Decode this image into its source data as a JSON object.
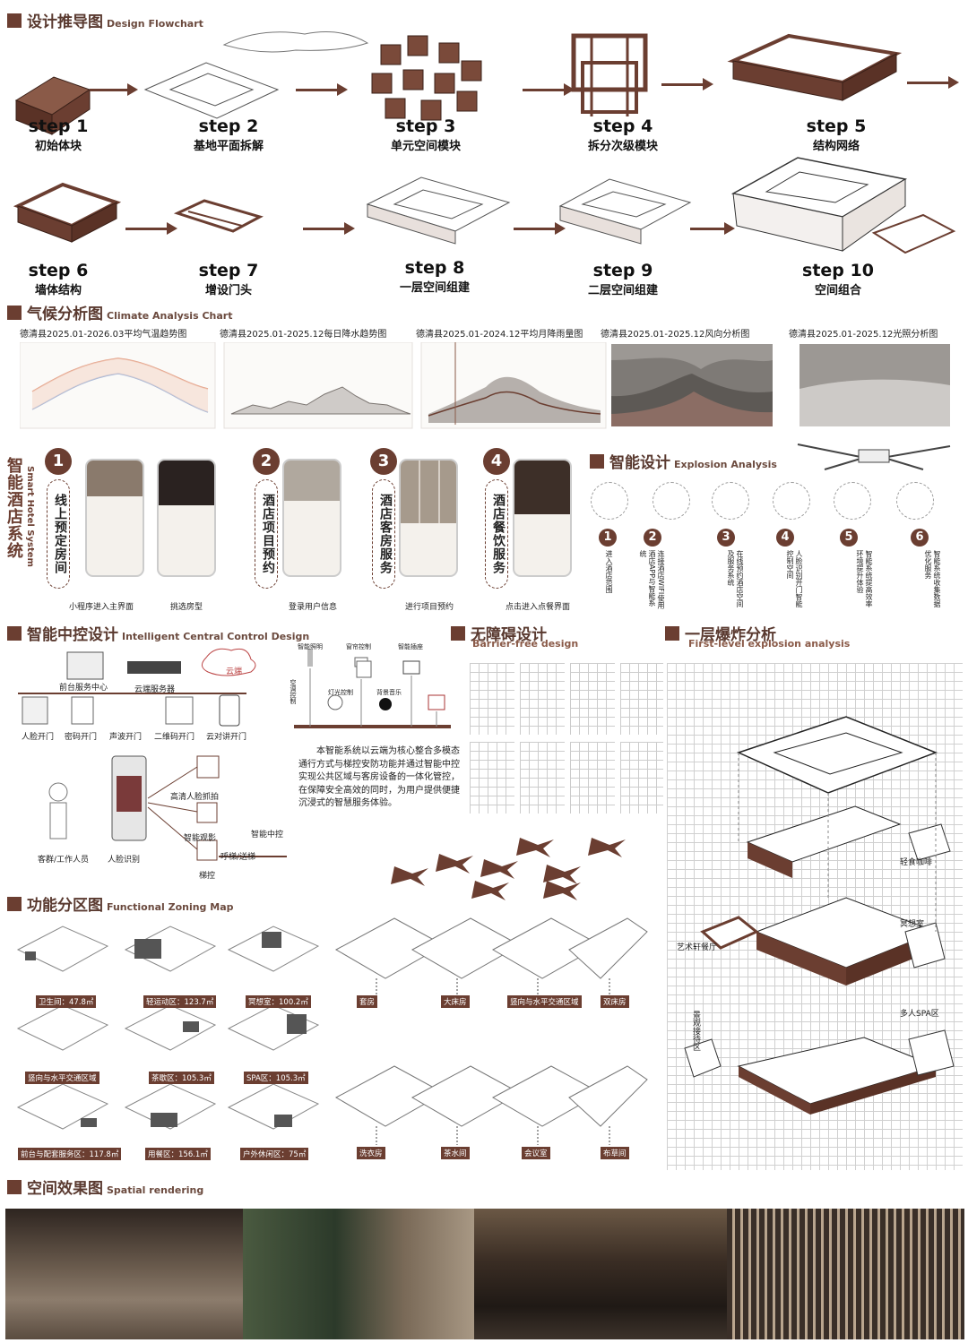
{
  "flow": {
    "title_cn": "设计推导图",
    "title_en": "Design Flowchart",
    "steps": [
      {
        "s": "step 1",
        "d": "初始体块"
      },
      {
        "s": "step 2",
        "d": "基地平面拆解"
      },
      {
        "s": "step 3",
        "d": "单元空间模块"
      },
      {
        "s": "step 4",
        "d": "拆分次级模块"
      },
      {
        "s": "step 5",
        "d": "结构网络"
      },
      {
        "s": "step 6",
        "d": "墙体结构"
      },
      {
        "s": "step 7",
        "d": "增设门头"
      },
      {
        "s": "step 8",
        "d": "一层空间组建"
      },
      {
        "s": "step 9",
        "d": "二层空间组建"
      },
      {
        "s": "step 10",
        "d": "空间组合"
      }
    ]
  },
  "climate": {
    "title_cn": "气候分析图",
    "title_en": "Climate Analysis Chart",
    "charts": [
      "德清县2025.01-2026.03平均气温趋势图",
      "德清县2025.01-2025.12每日降水趋势图",
      "德清县2025.01-2024.12平均月降雨量图",
      "德清县2025.01-2025.12风向分析图",
      "德清县2025.01-2025.12光照分析图"
    ]
  },
  "smart": {
    "side_cn": "智能酒店系统",
    "side_en": "Smart Hotel System",
    "items": [
      {
        "n": "1",
        "label": "线上预定房间"
      },
      {
        "n": "2",
        "label": "酒店项目预约"
      },
      {
        "n": "3",
        "label": "酒店客房服务"
      },
      {
        "n": "4",
        "label": "酒店餐饮服务"
      }
    ],
    "captions": [
      "小程序进入主界面",
      "挑选房型",
      "登录用户信息",
      "进行项目预约",
      "点击进入点餐界面"
    ]
  },
  "explosion": {
    "title_cn": "智能设计",
    "title_en": "Explosion Analysis",
    "items": [
      {
        "n": "1",
        "t": "进入酒店范围"
      },
      {
        "n": "2",
        "t": "连接酒店WIFI使用酒店APP与智能系统"
      },
      {
        "n": "3",
        "t": "在线预约酒店空间及服务系统"
      },
      {
        "n": "4",
        "t": "人脸识别开门智能控制空间"
      },
      {
        "n": "5",
        "t": "智能系统提高效率环境提升体验"
      },
      {
        "n": "6",
        "t": "智能系统收集数据优化服务"
      }
    ]
  },
  "control": {
    "title_cn": "智能中控设计",
    "title_en": "Intelligent Central Control Design",
    "labels": {
      "front": "前台服务中心",
      "cloud_server": "云端服务器",
      "cloud": "云端",
      "face": "人脸开门",
      "pwd": "密码开门",
      "sound": "声波开门",
      "qr": "二维码开门",
      "video": "云对讲开门",
      "staff": "客群/工作人员",
      "recog": "人脸识别",
      "hd": "高清人脸抓拍",
      "monitor": "智能观影",
      "ctrl": "智能中控",
      "call": "呼梯/送梯",
      "elev": "梯控"
    },
    "panel": [
      "智能照明",
      "窗帘控制",
      "智能插座",
      "灯光控制",
      "背景音乐",
      "空调控制"
    ],
    "desc": "本智能系统以云端为核心整合多模态通行方式与梯控安防功能并通过智能中控实现公共区域与客房设备的一体化管控，在保障安全高效的同时，为用户提供便捷沉浸式的智慧服务体验。"
  },
  "barrier": {
    "title_cn": "无障碍设计",
    "title_en": "Barrier-free design"
  },
  "firstlevel": {
    "title_cn": "一层爆炸分析",
    "title_en": "First-level explosion analysis",
    "labels": [
      "轻食咖啡",
      "冥想室",
      "艺术轩餐厅",
      "多人SPA区",
      "景观接待区"
    ]
  },
  "zoning": {
    "title_cn": "功能分区图",
    "title_en": "Functional Zoning Map",
    "left": [
      "卫生间：47.8㎡",
      "轻运动区：123.7㎡",
      "冥想室：100.2㎡",
      "竖向与水平交通区域",
      "茶歇区：105.3㎡",
      "SPA区：105.3㎡",
      "前台与配套服务区：117.8㎡",
      "用餐区：156.1㎡",
      "户外休闲区：75㎡"
    ],
    "right": [
      "套房",
      "大床房",
      "竖向与水平交通区域",
      "双床房",
      "洗衣房",
      "茶水间",
      "会议室",
      "布草间"
    ]
  },
  "render": {
    "title_cn": "空间效果图",
    "title_en": "Spatial rendering"
  }
}
